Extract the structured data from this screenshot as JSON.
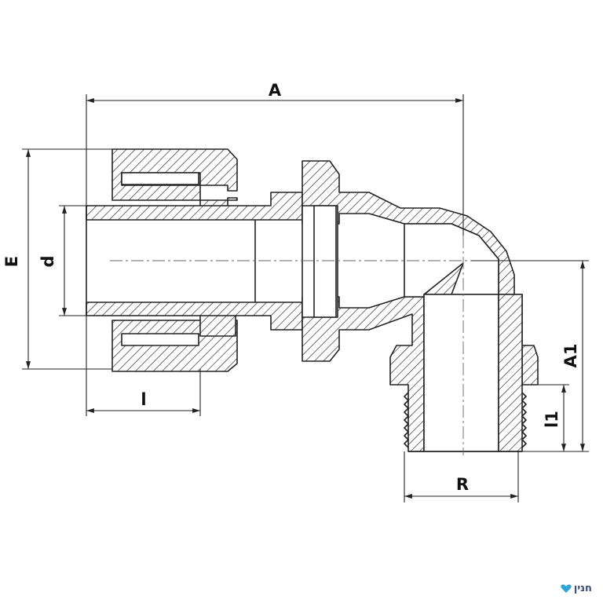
{
  "drawing": {
    "labels": {
      "A": "A",
      "E": "E",
      "d": "d",
      "l": "l",
      "R": "R",
      "A1": "A1",
      "l1": "l1"
    }
  },
  "brand": {
    "logo_text": "חנין",
    "logo_color": "#3a4a78",
    "accent_color": "#2fa4d8"
  },
  "colors": {
    "line": "#222222",
    "background": "#ffffff"
  }
}
